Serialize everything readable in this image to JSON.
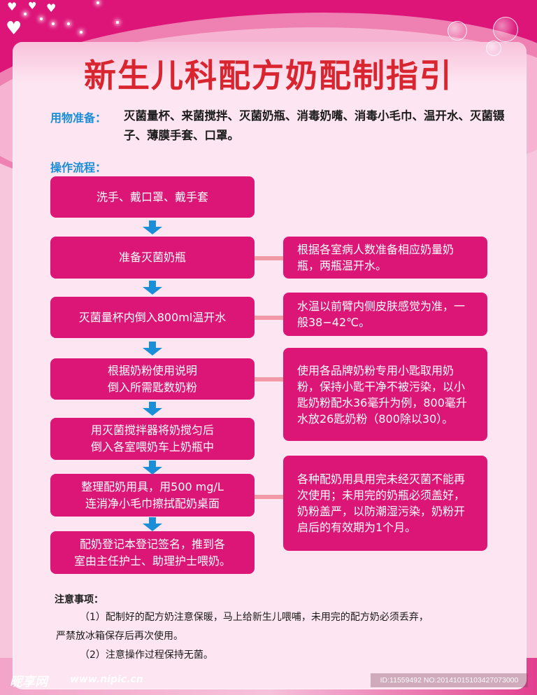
{
  "title": "新生儿科配方奶配制指引",
  "materials": {
    "label": "用物准备：",
    "text": "灭菌量杯、来菌搅拌、灭菌奶瓶、消毒奶嘴、消毒小毛巾、温开水、灭菌镊子、薄膜手套、口罩。"
  },
  "process": {
    "label": "操作流程：",
    "steps": [
      {
        "line1": "洗手、戴口罩、戴手套",
        "line2": ""
      },
      {
        "line1": "准备灭菌奶瓶",
        "line2": ""
      },
      {
        "line1": "灭菌量杯内倒入800ml温开水",
        "line2": ""
      },
      {
        "line1": "根据奶粉使用说明",
        "line2": "倒入所需匙数奶粉"
      },
      {
        "line1": "用灭菌搅拌器将奶搅匀后",
        "line2": "倒入各室喂奶车上奶瓶中"
      },
      {
        "line1": "整理配奶用具，用500 mg/L",
        "line2": "连消净小毛巾擦拭配奶桌面"
      },
      {
        "line1": "配奶登记本登记签名，推到各",
        "line2": "室由主任护士、助理护士喂奶。"
      }
    ],
    "notes": [
      "根据各室病人数准备相应奶量奶瓶，两瓶温开水。",
      "水温以前臂内侧皮肤感觉为准，一般38−42℃。",
      "使用各品牌奶粉专用小匙取用奶粉，保持小匙干净不被污染，以小匙奶粉配水36毫升为例，800毫升水放26匙奶粉（800除以30）。",
      "各种配奶用具用完未经灭菌不能再次使用；未用完的奶瓶必须盖好，奶粉盖严，以防潮湿污染，奶粉开启后的有效期为1个月。"
    ]
  },
  "precautions": {
    "title": "注意事项：",
    "items": [
      "（1）配制好的配方奶注意保暖，马上给新生儿喂哺，未用完的配方奶必须丢弃，",
      "严禁放冰箱保存后再次使用。",
      "（2）注意操作过程保持无菌。"
    ]
  },
  "watermark": {
    "logo": "昵享网",
    "url": "www.nipic.cn",
    "id": "ID:11559492 NO:20141015103427073000"
  },
  "colors": {
    "primary_pink": "#dc1677",
    "title_red": "#d9252f",
    "label_blue": "#1a8ed6",
    "arrow_blue": "#1a8ed6",
    "connector": "#f09aa6",
    "panel_bg": "#fde6f1"
  },
  "icons": {
    "arrow": "arrow-down-icon",
    "heart": "heart-icon",
    "bubble": "bubble-icon"
  }
}
